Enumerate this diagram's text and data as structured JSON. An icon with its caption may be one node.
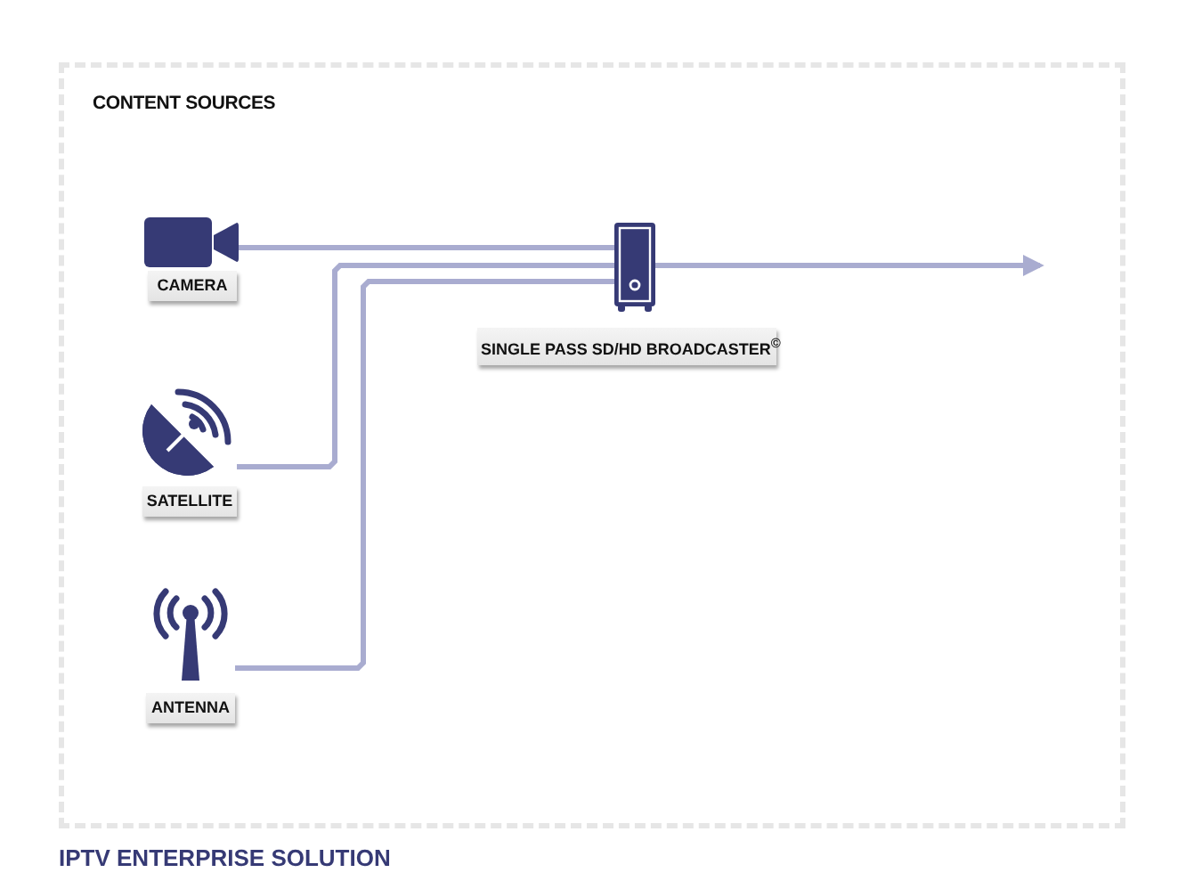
{
  "diagram": {
    "caption": "IPTV ENTERPRISE SOLUTION",
    "nodes": [
      {
        "text": [
          "CONTENT SOURCES"
        ]
      },
      {
        "text": [
          "CAMERA"
        ],
        "in": 0
      },
      {
        "text": [
          "SATELLITE"
        ],
        "in": 0
      },
      {
        "text": [
          "ANTENNA"
        ],
        "in": 0
      },
      {
        "text": [],
        "shape": "server",
        "beside": [
          "SINGLE PASS SD/HD BROADCASTER$^{©}$"
        ],
        "in": 0
      }
    ],
    "edges": [
      {
        "from": 1,
        "to": 4,
        "arrow": "none"
      },
      {
        "from": 2,
        "to": 4,
        "arrow": "none"
      },
      {
        "from": 3,
        "to": 4,
        "arrow": "none"
      },
      {
        "from": 4,
        "to": null,
        "arrow": "to"
      }
    ]
  }
}
